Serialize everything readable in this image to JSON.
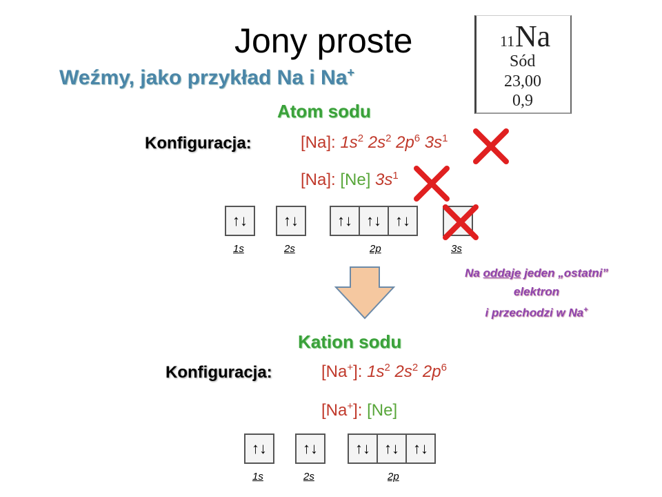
{
  "title": "Jony proste",
  "subtitle": {
    "text": "Weźmy, jako przykład Na i Na",
    "sup": "+"
  },
  "element_tile": {
    "number": "11",
    "symbol": "Na",
    "name": "Sód",
    "mass": "23,00",
    "electronegativity": "0,9"
  },
  "atom": {
    "heading": "Atom sodu",
    "config_label": "Konfiguracja:",
    "full_config": {
      "prefix": "[Na]: ",
      "terms": [
        "1s",
        "2",
        " 2s",
        "2",
        " 2p",
        "6",
        " 3s",
        "1"
      ]
    },
    "short_config": {
      "prefix": "[Na]: ",
      "core": "[Ne]",
      "term": " 3s",
      "term_sup": "1"
    },
    "orbitals": {
      "s1": "↑↓",
      "s2": "↑↓",
      "p": [
        "↑↓",
        "↑↓",
        "↑↓"
      ],
      "s3": "↑"
    },
    "labels": {
      "l1s": "1s",
      "l2s": "2s",
      "l2p": "2p",
      "l3s": "3s"
    }
  },
  "note": {
    "line1_a": "Na ",
    "line1_b": "oddaje",
    "line1_c": " jeden „ostatni”",
    "line2": "elektron",
    "line3": "i przechodzi w Na",
    "line3_sup": "+"
  },
  "cation": {
    "heading": "Kation sodu",
    "config_label": "Konfiguracja:",
    "full_config": {
      "prefix": "[Na",
      "prefix_sup": "+",
      "prefix_end": "]: ",
      "terms": [
        "1s",
        "2",
        " 2s",
        "2",
        " 2p",
        "6"
      ]
    },
    "short_config": {
      "prefix": "[Na",
      "prefix_sup": "+",
      "prefix_end": "]: ",
      "core": "[Ne]"
    },
    "orbitals": {
      "s1": "↑↓",
      "s2": "↑↓",
      "p": [
        "↑↓",
        "↑↓",
        "↑↓"
      ]
    },
    "labels": {
      "l1s": "1s",
      "l2s": "2s",
      "l2p": "2p"
    }
  },
  "colors": {
    "title_blue": "#4a86a8",
    "heading_green": "#3aa13a",
    "config_red": "#c0392b",
    "core_green": "#58a63a",
    "note_purple": "#8e44ad",
    "cross_red": "#e02020",
    "arrow_fill": "#f5c8a0"
  }
}
